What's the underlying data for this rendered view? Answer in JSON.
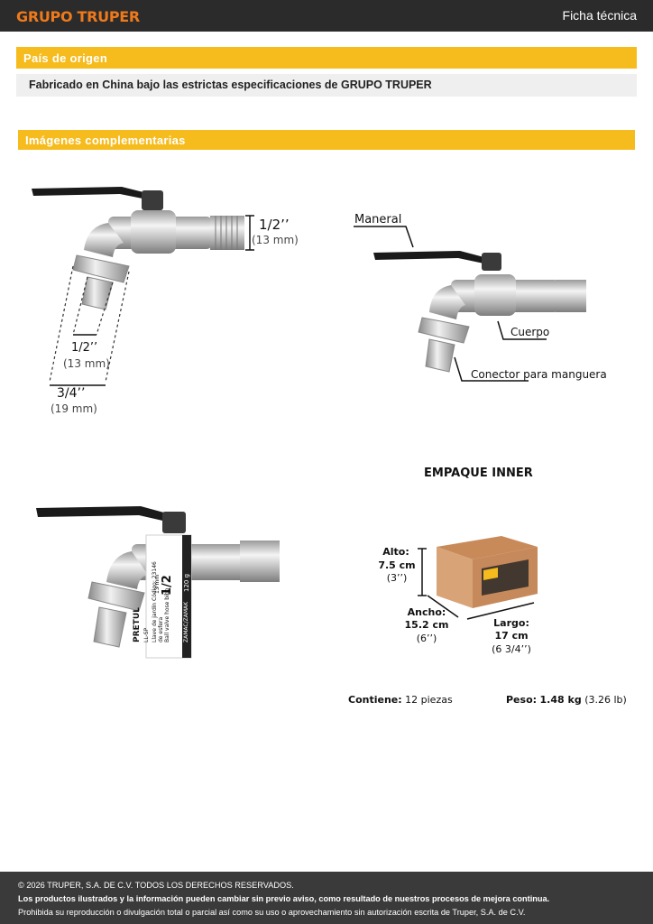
{
  "header": {
    "brand": "GRUPO TRUPER",
    "doc_type": "Ficha técnica"
  },
  "origin": {
    "title": "País de origen",
    "text": "Fabricado en China bajo las estrictas especificaciones de GRUPO TRUPER"
  },
  "images": {
    "title": "Imágenes complementarias"
  },
  "dimensions": {
    "thread_in": "1/2’’",
    "thread_mm": "(13 mm)",
    "hose_in": "1/2’’",
    "hose_mm": "(13 mm)",
    "outer_in": "3/4’’",
    "outer_mm": "(19 mm)"
  },
  "parts": {
    "handle": "Maneral",
    "body": "Cuerpo",
    "connector": "Conector para manguera"
  },
  "tag": {
    "brand": "PRETUL",
    "code": "LL-SP",
    "size": "1/2",
    "size_mm": "13 mm",
    "code_label": "Código: 23146",
    "desc1": "Llave de jardín",
    "desc2": "de esfera",
    "desc3": "Ball valve hose bibb",
    "material": "ZAMAC/ZAMAK",
    "weight": "120 g"
  },
  "package": {
    "title": "EMPAQUE INNER",
    "height_label": "Alto:",
    "height_cm": "7.5 cm",
    "height_in": "(3’’)",
    "width_label": "Ancho:",
    "width_cm": "15.2 cm",
    "width_in": "(6’’)",
    "length_label": "Largo:",
    "length_cm": "17 cm",
    "length_in": "(6 3/4’’)",
    "contains_label": "Contiene:",
    "contains_value": "12 piezas",
    "weight_label": "Peso:",
    "weight_value": "1.48 kg",
    "weight_lb": "(3.26 lb)"
  },
  "footer": {
    "copyright": "© 2026 TRUPER, S.A. DE C.V. TODOS LOS DERECHOS RESERVADOS.",
    "notice": "Los productos ilustrados y la información pueden cambiar sin previo aviso, como resultado de nuestros procesos de mejora continua.",
    "legal": "Prohibida su reproducción o divulgación total o parcial así como su uso o aprovechamiento sin autorización escrita de Truper, S.A. de C.V."
  }
}
